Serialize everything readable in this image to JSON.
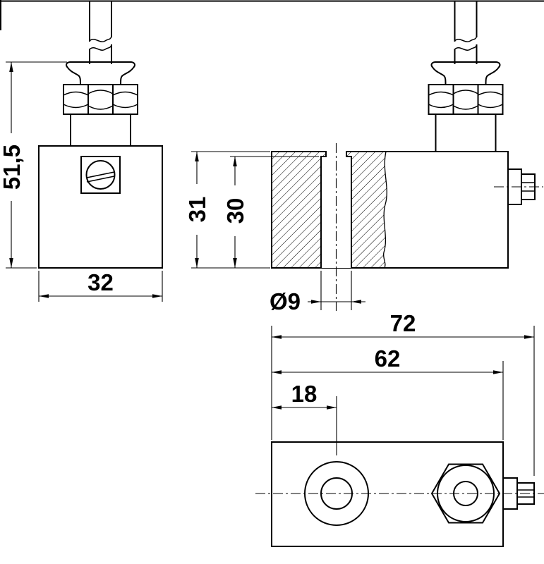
{
  "drawing": {
    "background": "#ffffff",
    "line_color": "#000000",
    "dimensions": {
      "front_height": "51,5",
      "front_width": "32",
      "section_height_outer": "31",
      "section_height_inner": "30",
      "bore_diameter": "Ø9",
      "top_length_overall": "72",
      "top_length_body": "62",
      "top_hole_offset": "18"
    }
  }
}
